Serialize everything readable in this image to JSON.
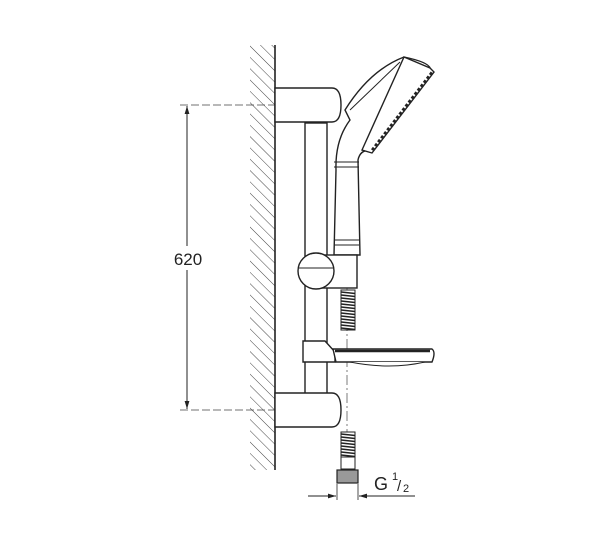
{
  "diagram": {
    "height_dimension": "620",
    "thread_label_prefix": "G",
    "thread_label_numerator": "1",
    "thread_label_denominator": "2",
    "line_color": "#222222",
    "background": "#ffffff"
  }
}
